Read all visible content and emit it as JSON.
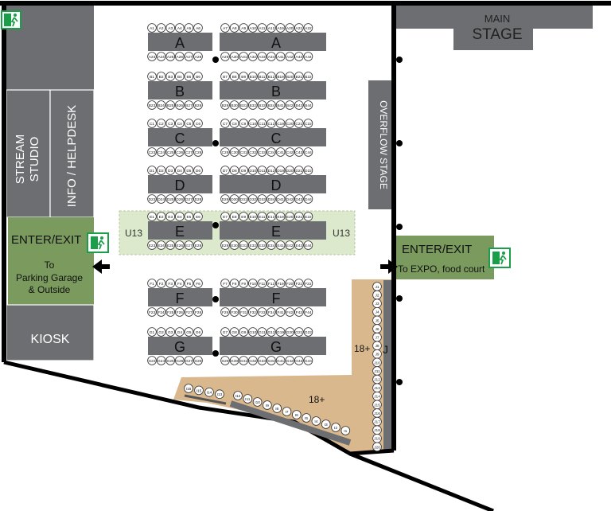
{
  "venue": {
    "main_stage_line1": "MAIN",
    "main_stage_line2": "STAGE",
    "overflow_stage": "OVERFLOW STAGE",
    "stream_studio_line1": "STREAM",
    "stream_studio_line2": "STUDIO",
    "info_helpdesk": "INFO / HELPDESK",
    "kiosk": "KIOSK",
    "left_exit": {
      "title": "ENTER/EXIT",
      "line1": "To",
      "line2": "Parking Garage",
      "line3": "& Outside"
    },
    "right_exit": {
      "title": "ENTER/EXIT",
      "line1": "To EXPO, food court"
    },
    "u13_left": "U13",
    "u13_right": "U13",
    "age_area_label_1": "18+",
    "age_area_label_2": "18+",
    "j_row_label": "J"
  },
  "rows": [
    {
      "letter": "A",
      "top_left": [
        "A1",
        "A2",
        "A3",
        "A4",
        "A5",
        "A6"
      ],
      "top_right": [
        "A7",
        "A8",
        "A9",
        "A10",
        "A11",
        "A12",
        "A19",
        "A20",
        "A21",
        "A22"
      ],
      "bot_left": [
        "A23",
        "A24",
        "A25",
        "A26",
        "A27",
        "A28"
      ],
      "bot_right": [
        "A29",
        "A30",
        "A31",
        "A32",
        "A33",
        "A34",
        "A41",
        "A42",
        "A43",
        "A44"
      ]
    },
    {
      "letter": "B",
      "top_left": [
        "B1",
        "B2",
        "B3",
        "B4",
        "B5",
        "B6"
      ],
      "top_right": [
        "B7",
        "B8",
        "B9",
        "B10",
        "B11",
        "B12",
        "B19",
        "B20",
        "B21",
        "B22"
      ],
      "bot_left": [
        "B23",
        "B24",
        "B25",
        "B26",
        "B27",
        "B28"
      ],
      "bot_right": [
        "B29",
        "B30",
        "B31",
        "B32",
        "B33",
        "B34",
        "B41",
        "B42",
        "B43",
        "B44"
      ]
    },
    {
      "letter": "C",
      "top_left": [
        "C1",
        "C2",
        "C3",
        "C4",
        "C5",
        "C6"
      ],
      "top_right": [
        "C7",
        "C8",
        "C9",
        "C10",
        "C11",
        "C12",
        "C19",
        "C20",
        "C21",
        "C22"
      ],
      "bot_left": [
        "C23",
        "C24",
        "C25",
        "C26",
        "C27",
        "C28"
      ],
      "bot_right": [
        "C29",
        "C30",
        "C31",
        "C32",
        "C33",
        "C34",
        "C41",
        "C42",
        "C43",
        "C44"
      ]
    },
    {
      "letter": "D",
      "top_left": [
        "D1",
        "D2",
        "D3",
        "D4",
        "D5",
        "D6"
      ],
      "top_right": [
        "D7",
        "D8",
        "D9",
        "D10",
        "D11",
        "D12",
        "D19",
        "D20",
        "D21",
        "D22"
      ],
      "bot_left": [
        "D23",
        "D24",
        "D25",
        "D26",
        "D27",
        "D28"
      ],
      "bot_right": [
        "D29",
        "D30",
        "D31",
        "D32",
        "D33",
        "D34",
        "D41",
        "D42",
        "D43",
        "D44"
      ]
    },
    {
      "letter": "E",
      "top_left": [
        "E1",
        "E2",
        "E3",
        "E4",
        "E5",
        "E6"
      ],
      "top_right": [
        "E7",
        "E8",
        "E9",
        "E10",
        "E11",
        "E12",
        "E19",
        "E20",
        "E21",
        "E22"
      ],
      "bot_left": [
        "E23",
        "E24",
        "E25",
        "E26",
        "E27",
        "E28"
      ],
      "bot_right": [
        "E29",
        "E30",
        "E31",
        "E32",
        "E33",
        "E34",
        "E41",
        "E42",
        "E43",
        "E44"
      ]
    },
    {
      "letter": "F",
      "top_left": [
        "F1",
        "F2",
        "F3",
        "F4",
        "F5",
        "F6"
      ],
      "top_right": [
        "F7",
        "F8",
        "F9",
        "F10",
        "F11",
        "F12",
        "F19",
        "F20",
        "F21",
        "F22"
      ],
      "bot_left": [
        "F23",
        "F24",
        "F25",
        "F26",
        "F27",
        "F28"
      ],
      "bot_right": [
        "F29",
        "F30",
        "F31",
        "F32",
        "F33",
        "F34",
        "F41",
        "F42",
        "F43",
        "F44"
      ]
    },
    {
      "letter": "G",
      "top_left": [
        "G1",
        "G2",
        "G3",
        "G4",
        "G5",
        "G6"
      ],
      "top_right": [
        "G7",
        "G8",
        "G9",
        "G10",
        "G11",
        "G12",
        "G19",
        "G20",
        "G21",
        "G22"
      ],
      "bot_left": [
        "G23",
        "G24",
        "G25",
        "G26",
        "G27",
        "G28"
      ],
      "bot_right": [
        "G29",
        "G30",
        "G31",
        "G32",
        "G33",
        "G34",
        "G41",
        "G42",
        "G43",
        "G44"
      ]
    }
  ],
  "j_seats": [
    "J1",
    "J2",
    "J3",
    "J4",
    "J5",
    "J6",
    "J7",
    "J8",
    "J9",
    "J10",
    "J11",
    "J12",
    "J13",
    "J14",
    "J15",
    "J16",
    "J17",
    "J18",
    "J19",
    "J20"
  ],
  "i_seats_left": [
    "I16",
    "I15",
    "I14",
    "I13"
  ],
  "i_seats_right": [
    "I12",
    "I11",
    "I10",
    "I9",
    "I8",
    "I7",
    "I6",
    "I5",
    "I4",
    "I3",
    "I2",
    "I1"
  ],
  "colors": {
    "wall": "#000000",
    "block_gray": "#6d6e71",
    "table_gray": "#6d6e71",
    "exit_green": "#7a9a5e",
    "u13_green": "#dce9cc",
    "sand": "#d9b88e",
    "exit_sign": "#1a9e4a"
  }
}
